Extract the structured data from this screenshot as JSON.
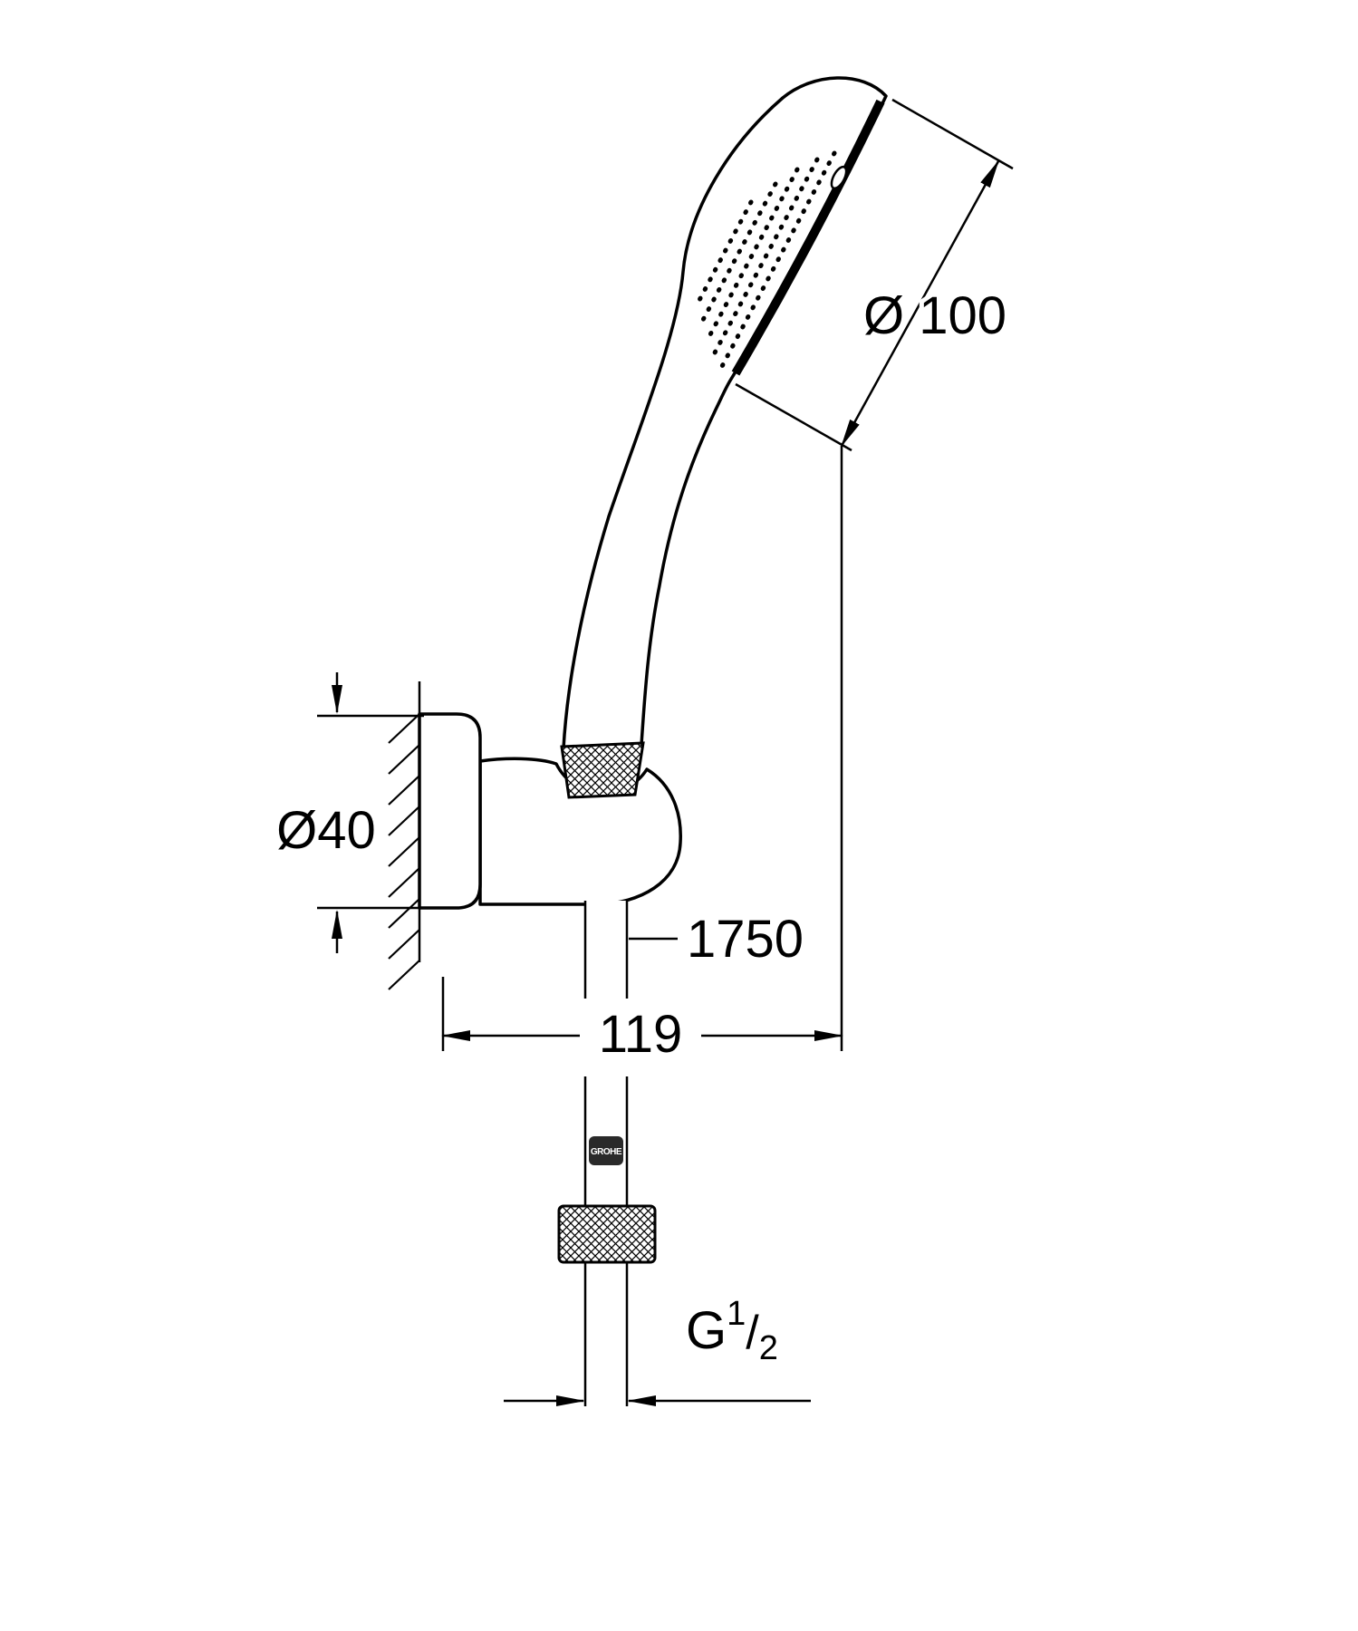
{
  "page": {
    "background": "#ffffff",
    "line_color": "#000000"
  },
  "drawing": {
    "labels": {
      "head_diameter": "Ø 100",
      "escutcheon_diameter": "Ø40",
      "hose_length": "1750",
      "wall_to_axis": "119",
      "thread_g": "G",
      "thread_numerator": "1",
      "thread_denominator": "2"
    },
    "logo_text": "GROHE"
  }
}
